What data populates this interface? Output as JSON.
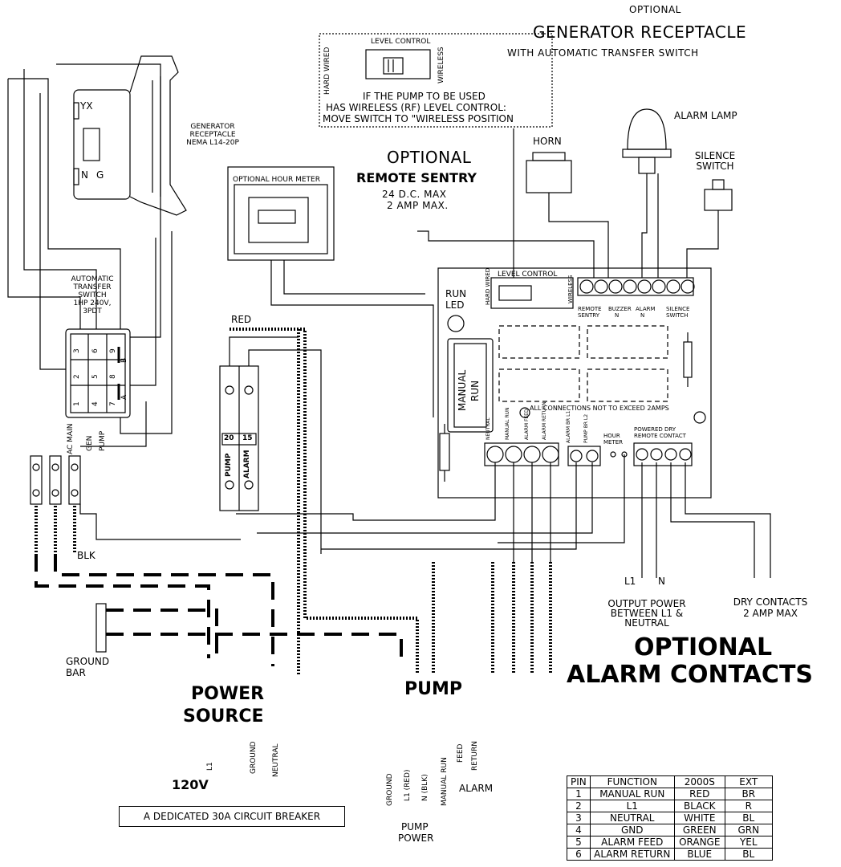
{
  "generator_title": {
    "line1": "OPTIONAL",
    "line2": "GENERATOR RECEPTACLE",
    "line3": "WITH AUTOMATIC TRANSFER SWITCH"
  },
  "level_control_note": {
    "title": "LEVEL CONTROL",
    "left": "HARD WIRED",
    "right": "WIRELESS",
    "line1": "IF THE PUMP TO BE USED",
    "line2": "HAS WIRELESS (RF) LEVEL CONTROL:",
    "line3": "MOVE SWITCH TO \"WIRELESS POSITION"
  },
  "receptacle": {
    "yx": "YX",
    "n": "N",
    "g": "G",
    "line1": "GENERATOR",
    "line2": "RECEPTACLE",
    "line3": "NEMA L14-20P"
  },
  "alarm_lamp": "ALARM LAMP",
  "horn": "HORN",
  "silence_switch": {
    "line1": "SILENCE",
    "line2": "SWITCH"
  },
  "hour_meter_label": "OPTIONAL HOUR METER",
  "remote_sentry": {
    "line1": "OPTIONAL",
    "line2": "REMOTE SENTRY",
    "line3": "24 D.C. MAX",
    "line4": "2 AMP MAX."
  },
  "ats": {
    "line1": "AUTOMATIC",
    "line2": "TRANSFER",
    "line3": "SWITCH",
    "line4": "1HP 240V,",
    "line5": "3PDT",
    "contacts": [
      "3",
      "6",
      "9",
      "2",
      "5",
      "8",
      "1",
      "4",
      "7"
    ],
    "b": "B",
    "a": "A"
  },
  "ats_terminals": [
    "AC MAIN",
    "GEN",
    "PUMP"
  ],
  "breaker": {
    "wire": "RED",
    "left_rating": "20",
    "right_rating": "15",
    "left_name": "PUMP",
    "right_name": "ALARM"
  },
  "blk": "BLK",
  "ground_bar": {
    "line1": "GROUND",
    "line2": "BAR"
  },
  "power_source": {
    "line1": "POWER",
    "line2": "SOURCE",
    "voltage": "120V",
    "wires": [
      "L1",
      "GROUND",
      "NEUTRAL"
    ]
  },
  "dedicated_note": "A DEDICATED 30A CIRCUIT BREAKER",
  "pump": {
    "title": "PUMP",
    "wires": [
      "GROUND",
      "L1 (RED)",
      "N (BLK)",
      "MANUAL RUN",
      "FEED",
      "RETURN"
    ],
    "power1": "PUMP",
    "power2": "POWER",
    "alarm": "ALARM"
  },
  "board": {
    "level_control": "LEVEL CONTROL",
    "hard_wired": "HARD WIRED",
    "wireless": "WIRELESS",
    "run_led1": "RUN",
    "run_led2": "LED",
    "manual": "MANUAL",
    "run": "RUN",
    "top_terms": {
      "remote": "REMOTE",
      "sentry": "SENTRY",
      "buzzer": "BUZZER",
      "n1": "N",
      "alarm": "ALARM",
      "n2": "N",
      "silence": "SILENCE",
      "switch": "SWITCH"
    },
    "note": "ALL CONNECTIONS NOT TO EXCEED 2AMPS",
    "bottom_terms": [
      "NEUTRAL",
      "MANUAL RUN",
      "ALARM FEED",
      "ALARM RETURN"
    ],
    "br_terms": [
      "ALARM BR L1",
      "PUMP BR L2"
    ],
    "hour1": "HOUR",
    "hour2": "METER",
    "powered": "POWERED DRY",
    "remote_contact": "REMOTE  CONTACT"
  },
  "alarm_contacts": {
    "l1": "L1",
    "n": "N",
    "out1": "OUTPUT POWER",
    "out2": "BETWEEN L1 &",
    "out3": "NEUTRAL",
    "dry1": "DRY CONTACTS",
    "dry2": "2 AMP MAX",
    "title1": "OPTIONAL",
    "title2": "ALARM CONTACTS"
  },
  "pin_table": {
    "headers": [
      "PIN",
      "FUNCTION",
      "2000S",
      "EXT"
    ],
    "rows": [
      [
        "1",
        "MANUAL RUN",
        "RED",
        "BR"
      ],
      [
        "2",
        "L1",
        "BLACK",
        "R"
      ],
      [
        "3",
        "NEUTRAL",
        "WHITE",
        "BL"
      ],
      [
        "4",
        "GND",
        "GREEN",
        "GRN"
      ],
      [
        "5",
        "ALARM FEED",
        "ORANGE",
        "YEL"
      ],
      [
        "6",
        "ALARM RETURN",
        "BLUE",
        "BL"
      ]
    ]
  }
}
